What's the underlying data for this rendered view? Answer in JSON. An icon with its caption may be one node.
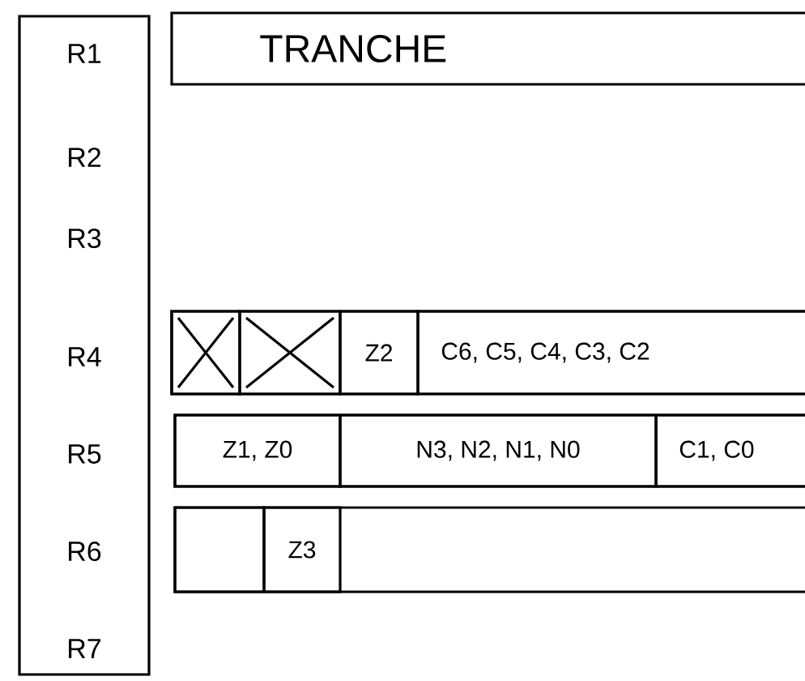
{
  "diagram": {
    "nodes": [
      {
        "text": [
          "R1",
          "R2",
          "R3",
          "R4",
          "R5",
          "R6",
          "R7"
        ]
      },
      {
        "text": [
          "TRANCHE"
        ]
      },
      {
        "text": [],
        "shape": "box"
      },
      {
        "text": [],
        "shape": "cross",
        "in": 2
      },
      {
        "text": [],
        "shape": "cross",
        "in": 2
      },
      {
        "text": [
          "Z2"
        ],
        "in": 2
      },
      {
        "text": [
          "C6, C5, C4, C3, C2"
        ],
        "in": 2
      },
      {
        "text": [],
        "shape": "box"
      },
      {
        "text": [
          "Z1, Z0"
        ],
        "in": 7
      },
      {
        "text": [
          "N3, N2, N1, N0"
        ],
        "in": 7
      },
      {
        "text": [
          "C1, C0"
        ],
        "in": 7
      },
      {
        "text": [],
        "shape": "box"
      },
      {
        "text": [],
        "shape": "box",
        "in": 11
      },
      {
        "text": [
          "Z3"
        ],
        "in": 11
      }
    ]
  }
}
